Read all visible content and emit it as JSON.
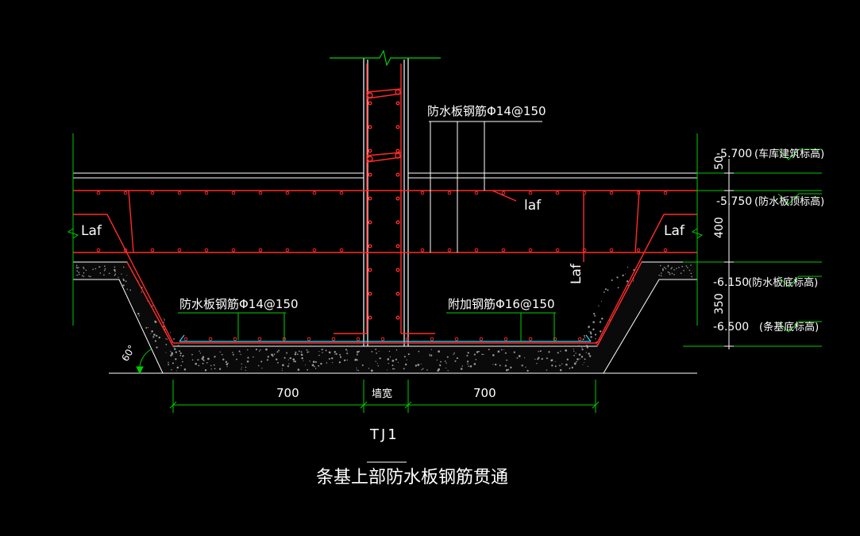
{
  "colors": {
    "background": "#000000",
    "rebar": "#ff2a2a",
    "line_white": "#ffffff",
    "leader_green": "#00d400",
    "ground_green": "#00cc00",
    "stirrup_cyan": "#38d6ff",
    "hatch_gray": "#9a9a9a"
  },
  "labels": {
    "top_rebar": "防水板钢筋Φ14@150",
    "bottom_rebar": "防水板钢筋Φ14@150",
    "extra_rebar": "附加钢筋Φ16@150",
    "laf_left": "Laf",
    "laf_right": "Laf",
    "laf_top": "laf",
    "laf_vertical": "Laf"
  },
  "elevations": {
    "e1_value": "-5.700",
    "e1_note": "(车库建筑标高)",
    "e2_value": "-5.750",
    "e2_note": "(防水板顶标高)",
    "e3_value": "-6.150",
    "e3_note": "(防水板底标高)",
    "e4_value": "-6.500",
    "e4_note": "(条基底标高)"
  },
  "dimensions": {
    "v_50": "50",
    "v_400": "400",
    "v_350": "350",
    "h_left": "700",
    "h_center": "墙宽",
    "h_right": "700",
    "angle": "60°"
  },
  "titles": {
    "tag": "TJ1",
    "caption": "条基上部防水板钢筋贯通"
  }
}
